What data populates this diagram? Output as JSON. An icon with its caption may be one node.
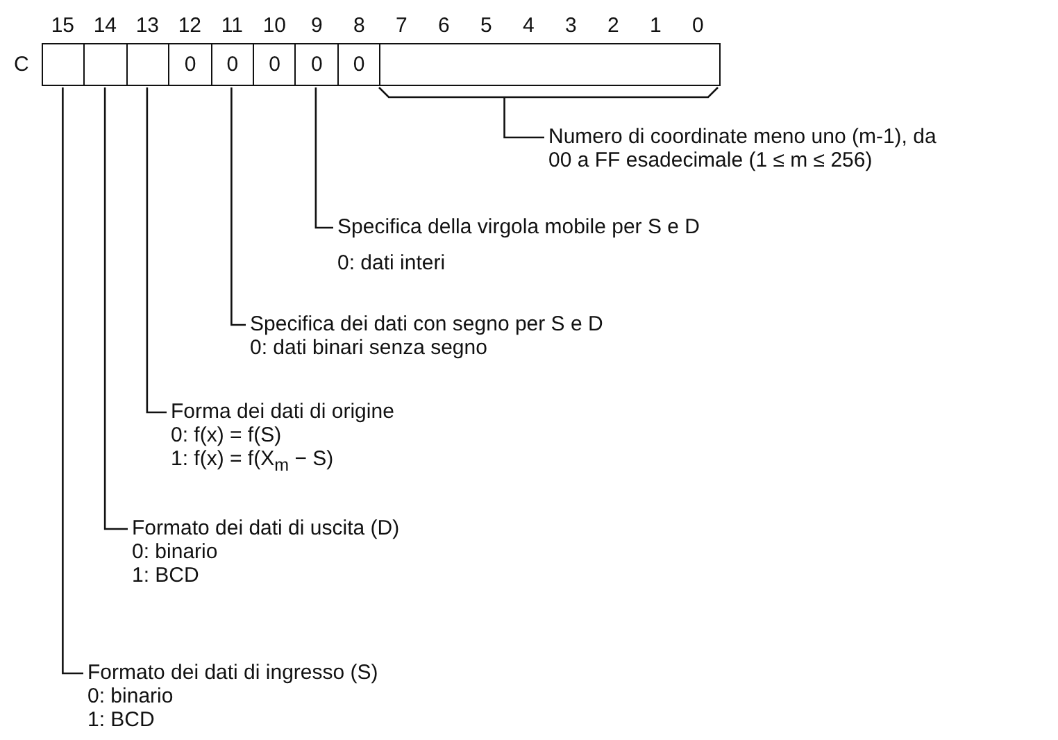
{
  "diagram": {
    "nodes": [
      {
        "text": [],
        "shape": "box"
      },
      {
        "text": [],
        "shape": "box"
      },
      {
        "text": [],
        "shape": "box"
      },
      {
        "text": [
          "0"
        ]
      },
      {
        "text": [
          "0"
        ]
      },
      {
        "text": [
          "0"
        ]
      },
      {
        "text": [
          "0"
        ]
      },
      {
        "text": [
          "0"
        ]
      },
      {
        "text": [],
        "shape": "box"
      },
      {
        "text": [
          "Numero di coordinate meno uno (m-1), da 00 a FF esadecimale (1 ≤ m ≤ 256)"
        ]
      },
      {
        "text": [
          "Specifica della virgola mobile per S e D",
          "0: dati interi"
        ]
      },
      {
        "text": [
          "Specifica dei dati con segno per S e D",
          "0: dati binari senza segno"
        ]
      },
      {
        "text": [
          "Forma dei dati di origine",
          "0: f(x) = f(S)",
          "1: f(x) = f(X$_{m}$ − S)"
        ]
      },
      {
        "text": [
          "Formato dei dati di uscita (D)",
          "0: binario",
          "1: BCD"
        ]
      },
      {
        "text": [
          "Formato dei dati di ingresso (S)",
          "0: binario",
          "1: BCD"
        ]
      }
    ],
    "edges": [
      {
        "from": 9,
        "to": 8,
        "arrow": "none"
      },
      {
        "from": 10,
        "to": 6,
        "arrow": "none"
      },
      {
        "from": 11,
        "to": 4,
        "arrow": "none"
      },
      {
        "from": 12,
        "to": 2,
        "arrow": "none"
      },
      {
        "from": 13,
        "to": 1,
        "arrow": "none"
      },
      {
        "from": 14,
        "to": 0,
        "arrow": "none"
      }
    ],
    "labels": [
      "15",
      "14",
      "13",
      "12",
      "11",
      "10",
      "9",
      "8",
      "7",
      "6",
      "5",
      "4",
      "3",
      "2",
      "1",
      "0",
      "C"
    ]
  }
}
